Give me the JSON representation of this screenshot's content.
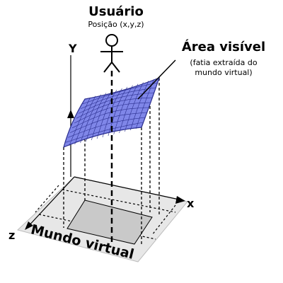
{
  "user": {
    "title": "Usuário",
    "position": "Posição (x,y,z)"
  },
  "visible_area": {
    "title": "Área visível",
    "note_line1": "(fatia extraída do",
    "note_line2": "mundo virtual)"
  },
  "world": {
    "label": "Mundo virtual"
  },
  "axes": {
    "y": "Y",
    "x": "x",
    "z": "z"
  },
  "colors": {
    "surface_fill": "#7f86e8",
    "surface_grid": "#2b2f8f",
    "plane": "#e7e7e7",
    "projection": "#c9c9c9",
    "stroke": "#000000"
  }
}
